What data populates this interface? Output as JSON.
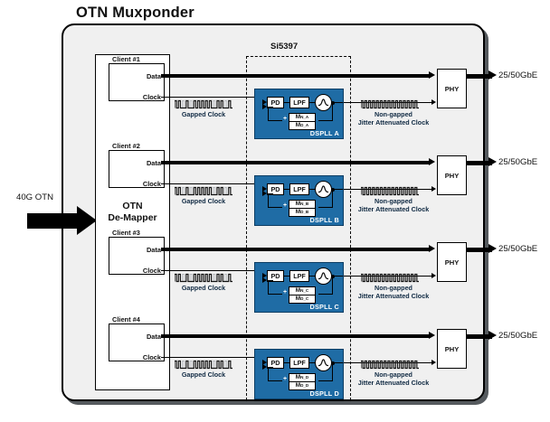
{
  "diagram": {
    "title": "OTN Muxponder",
    "chip_label": "Si5397",
    "demapper_label": "OTN\nDe-Mapper",
    "demapper_line1": "OTN",
    "demapper_line2": "De-Mapper",
    "input_label": "40G OTN",
    "colors": {
      "dspll_fill": "#1f6ca5",
      "dspll_border": "#0d3d63",
      "container_fill": "#f0f0f0",
      "caption_text": "#102a43",
      "wire": "#000000"
    },
    "port_labels": {
      "data": "Data",
      "clock": "Clock"
    },
    "gapped_clock_caption": "Gapped Clock",
    "nongapped_caption_line1": "Non-gapped",
    "nongapped_caption_line2": "Jitter Attenuated Clock",
    "pll_blocks": {
      "pd": "PD",
      "lpf": "LPF",
      "vco": "vco-sine-icon",
      "plus": "+"
    },
    "phy_label": "PHY",
    "output_label": "25/50GbE",
    "channels": [
      {
        "client": "Client #1",
        "dspll": "DSPLL A",
        "div_num": "M",
        "div_num_sub": "N_A",
        "div_den": "M",
        "div_den_sub": "D_A",
        "output": "25/50GbE"
      },
      {
        "client": "Client #2",
        "dspll": "DSPLL B",
        "div_num": "M",
        "div_num_sub": "N_B",
        "div_den": "M",
        "div_den_sub": "D_B",
        "output": "25/50GbE"
      },
      {
        "client": "Client #3",
        "dspll": "DSPLL C",
        "div_num": "M",
        "div_num_sub": "N_C",
        "div_den": "M",
        "div_den_sub": "D_C",
        "output": "25/50GbE"
      },
      {
        "client": "Client #4",
        "dspll": "DSPLL D",
        "div_num": "M",
        "div_num_sub": "N_D",
        "div_den": "M",
        "div_den_sub": "D_D",
        "output": "25/50GbE"
      }
    ]
  }
}
